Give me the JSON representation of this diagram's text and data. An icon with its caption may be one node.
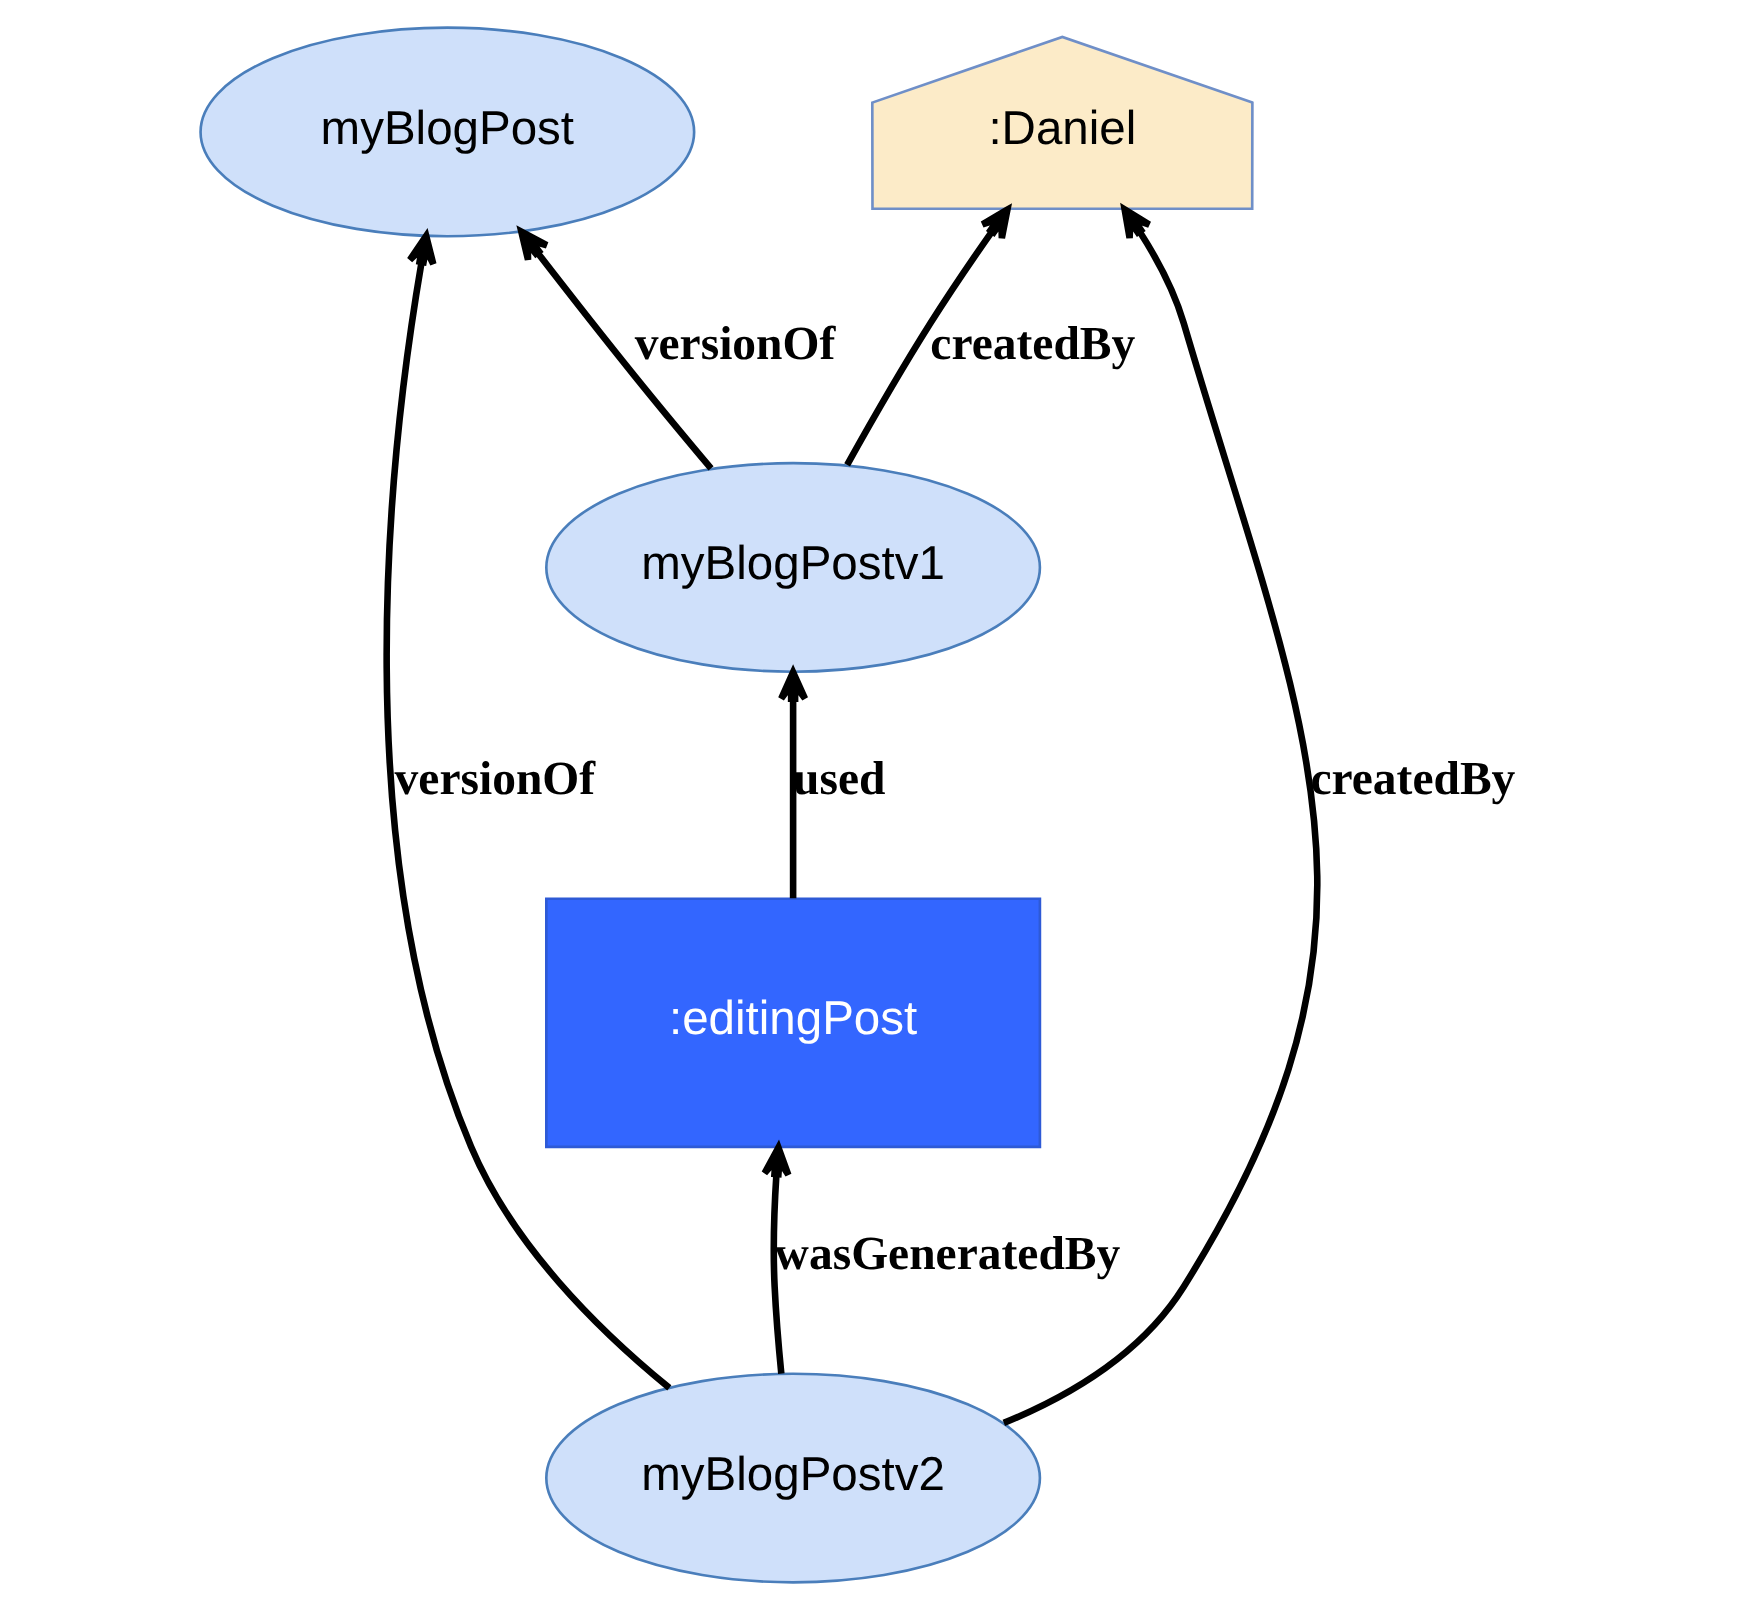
{
  "diagram": {
    "nodes": [
      {
        "text": [
          "myBlogPost"
        ]
      },
      {
        "text": [
          "myBlogPostv1"
        ]
      },
      {
        "text": [
          ":editingPost"
        ]
      },
      {
        "text": [
          ":Daniel"
        ]
      },
      {
        "text": [
          "myBlogPostv2"
        ]
      }
    ],
    "edges": [
      {
        "from": 1,
        "to": 0,
        "arrow": "to",
        "label": "versionOf"
      },
      {
        "from": 1,
        "to": 3,
        "arrow": "to",
        "label": "createdBy"
      },
      {
        "from": 2,
        "to": 1,
        "arrow": "to",
        "label": "used"
      },
      {
        "from": 4,
        "to": 2,
        "arrow": "to",
        "label": "wasGeneratedBy"
      },
      {
        "from": 4,
        "to": 3,
        "arrow": "to",
        "label": "createdBy"
      },
      {
        "from": 4,
        "to": 0,
        "arrow": "to",
        "label": "versionOf"
      }
    ]
  }
}
